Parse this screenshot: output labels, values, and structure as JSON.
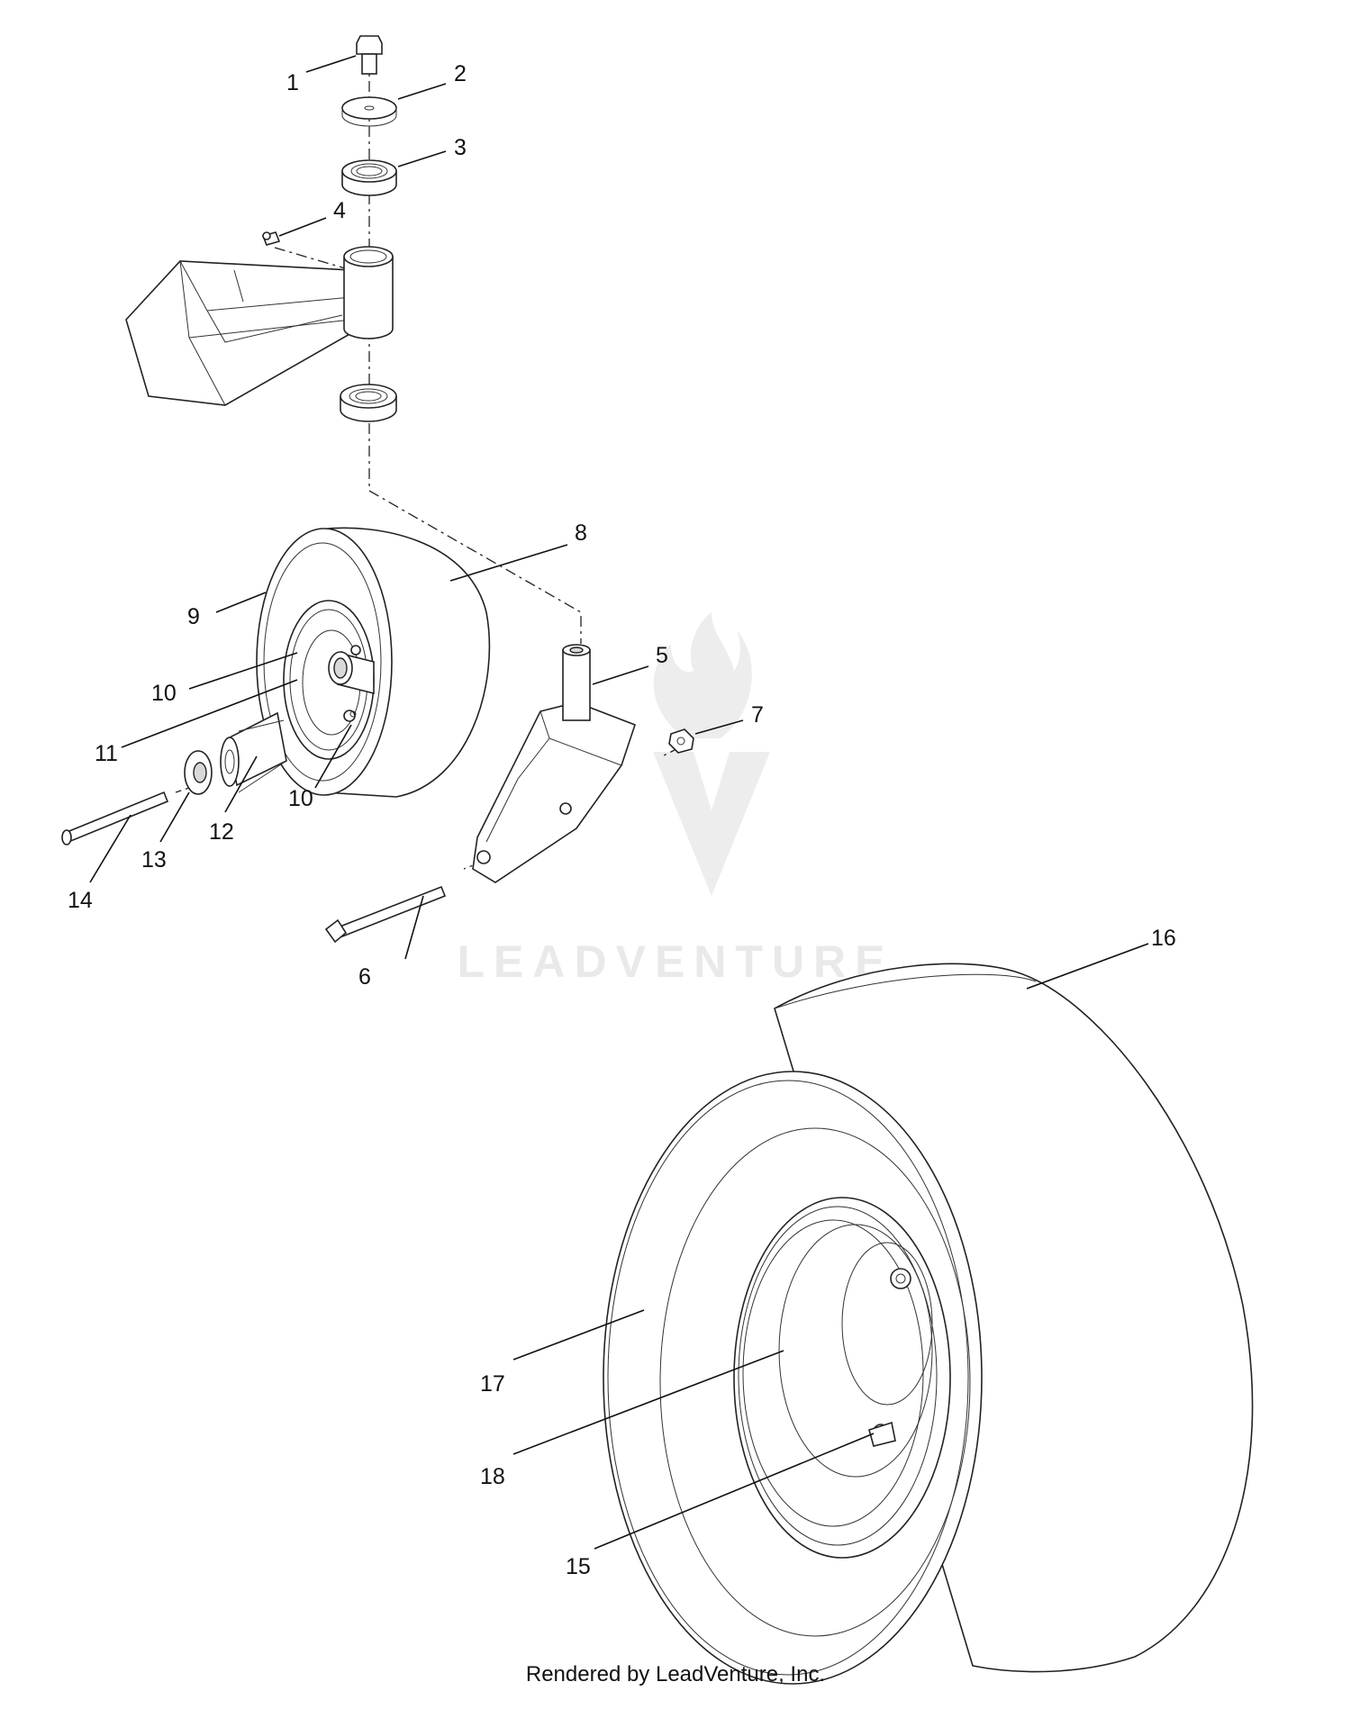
{
  "watermark": {
    "text": "LEADVENTURE",
    "color": "#cfcfcf"
  },
  "callouts": [
    {
      "id": "label-1",
      "text": "1"
    },
    {
      "id": "label-2",
      "text": "2"
    },
    {
      "id": "label-3",
      "text": "3"
    },
    {
      "id": "label-4",
      "text": "4"
    },
    {
      "id": "label-5",
      "text": "5"
    },
    {
      "id": "label-6",
      "text": "6"
    },
    {
      "id": "label-7",
      "text": "7"
    },
    {
      "id": "label-8",
      "text": "8"
    },
    {
      "id": "label-9",
      "text": "9"
    },
    {
      "id": "label-10a",
      "text": "10"
    },
    {
      "id": "label-10b",
      "text": "10"
    },
    {
      "id": "label-11",
      "text": "11"
    },
    {
      "id": "label-12",
      "text": "12"
    },
    {
      "id": "label-13",
      "text": "13"
    },
    {
      "id": "label-14",
      "text": "14"
    },
    {
      "id": "label-15",
      "text": "15"
    },
    {
      "id": "label-16",
      "text": "16"
    },
    {
      "id": "label-17",
      "text": "17"
    },
    {
      "id": "label-18",
      "text": "18"
    }
  ],
  "footer": {
    "text": "Rendered by LeadVenture, Inc."
  }
}
